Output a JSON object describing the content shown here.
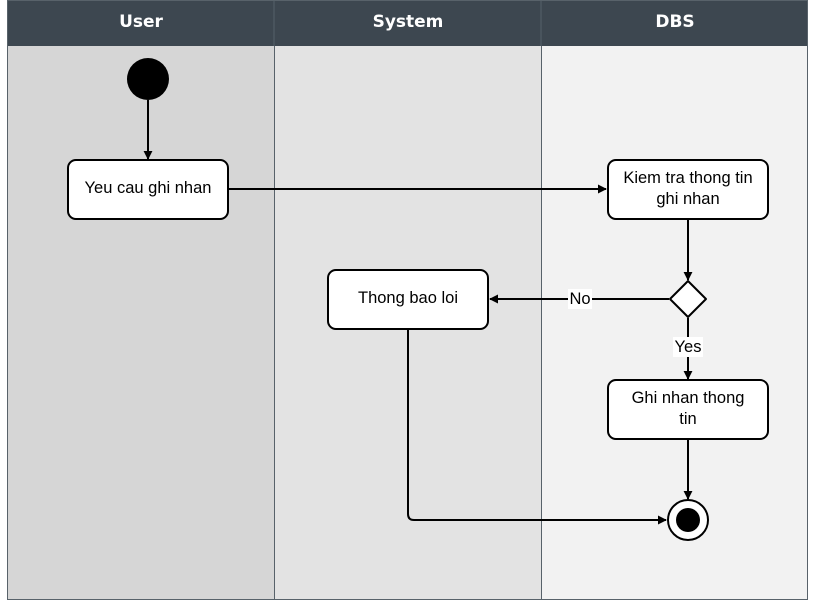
{
  "swimlanes": [
    {
      "id": "user",
      "label": "User",
      "fill": "#d6d6d6"
    },
    {
      "id": "system",
      "label": "System",
      "fill": "#e3e3e3"
    },
    {
      "id": "dbs",
      "label": "DBS",
      "fill": "#f2f2f2"
    }
  ],
  "colors": {
    "header": "#3d4750",
    "header_text": "#ffffff",
    "border": "#58626a",
    "line": "#000000",
    "node_fill": "#ffffff"
  },
  "nodes": {
    "request": {
      "lines": [
        "Yeu cau ghi nhan"
      ]
    },
    "check": {
      "lines": [
        "Kiem tra thong tin",
        "ghi nhan"
      ]
    },
    "error": {
      "lines": [
        "Thong bao loi"
      ]
    },
    "record": {
      "lines": [
        "Ghi nhan thong",
        "tin"
      ]
    }
  },
  "edge_labels": {
    "no": "No",
    "yes": "Yes"
  }
}
